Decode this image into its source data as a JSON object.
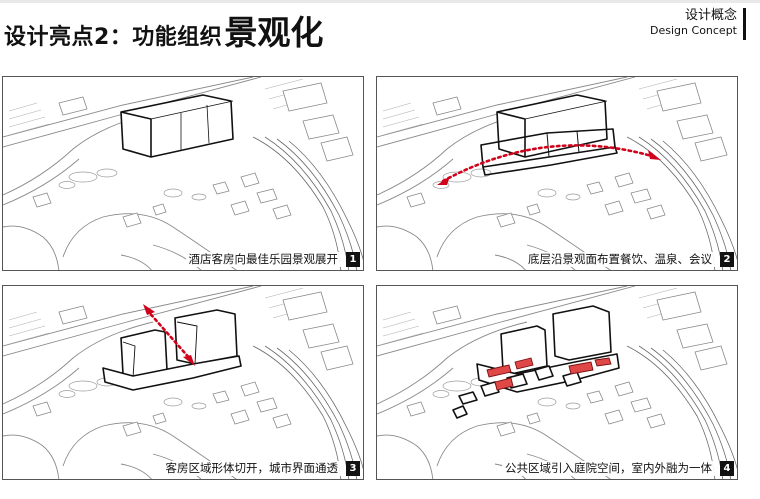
{
  "header": {
    "title_main": "设计亮点2：功能组织",
    "title_emph": "景观化",
    "concept_cn": "设计概念",
    "concept_en": "Design Concept"
  },
  "panels": [
    {
      "caption": "酒店客房向最佳乐园景观展开",
      "number": "1"
    },
    {
      "caption": "底层沿景观面布置餐饮、温泉、会议",
      "number": "2"
    },
    {
      "caption": "客房区域形体切开，城市界面通透",
      "number": "3"
    },
    {
      "caption": "公共区域引入庭院空间，室内外融为一体",
      "number": "4"
    }
  ],
  "colors": {
    "arrow": "#d0021b",
    "courtyard": "#e04848",
    "ink": "#111111",
    "line": "#8a8a8a"
  }
}
